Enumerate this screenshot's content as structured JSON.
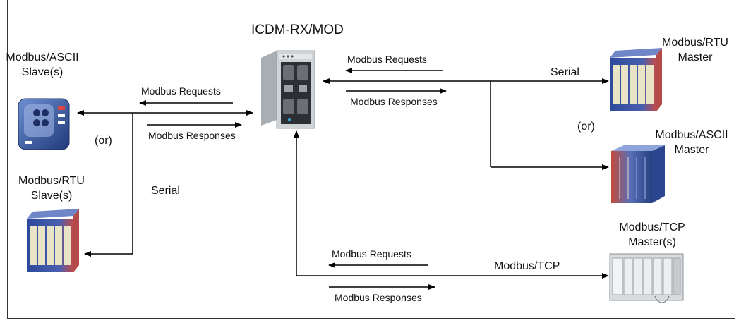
{
  "gateway": {
    "label": "ICDM-RX/MOD"
  },
  "devices": {
    "ascii_slave": {
      "line1": "Modbus/ASCII",
      "line2": "Slave(s)"
    },
    "rtu_slave": {
      "line1": "Modbus/RTU",
      "line2": "Slave(s)"
    },
    "rtu_master": {
      "line1": "Modbus/RTU",
      "line2": "Master"
    },
    "ascii_master": {
      "line1": "Modbus/ASCII",
      "line2": "Master"
    },
    "tcp_master": {
      "line1": "Modbus/TCP",
      "line2": "Master(s)"
    }
  },
  "messages": {
    "left_requests": "Modbus Requests",
    "left_responses": "Modbus Responses",
    "right_requests": "Modbus Requests",
    "right_responses": "Modbus Responses",
    "bottom_requests": "Modbus Requests",
    "bottom_responses": "Modbus Responses"
  },
  "links": {
    "left_or": "(or)",
    "left_serial": "Serial",
    "right_serial": "Serial",
    "right_or": "(or)",
    "tcp": "Modbus/TCP"
  },
  "colors": {
    "line": "#000000",
    "device_blue": "#2b4f8f",
    "device_panel": "#e8e2c8",
    "device_red": "#b33a3a",
    "gateway_body": "#cfd3d6",
    "gateway_dark": "#2c2f33"
  },
  "icons": [
    "gateway-device-icon",
    "ascii-slave-device-icon",
    "rtu-slave-rack-icon",
    "rtu-master-rack-icon",
    "ascii-master-cabinet-icon",
    "tcp-master-plc-icon"
  ]
}
